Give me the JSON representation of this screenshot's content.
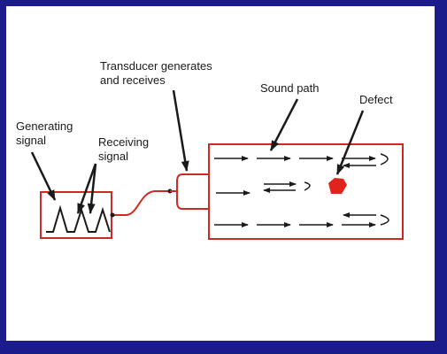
{
  "labels": {
    "transducer_line1": "Transducer generates",
    "transducer_line2": "and receives",
    "sound_path": "Sound path",
    "defect": "Defect",
    "generating_line1": "Generating",
    "generating_line2": "signal",
    "receiving_line1": "Receiving",
    "receiving_line2": "signal"
  },
  "colors": {
    "frame_background": "#1b1b8c",
    "panel_background": "#ffffff",
    "box_outline": "#cc2a22",
    "defect_fill": "#e0241c",
    "line": "#1a1a1a"
  }
}
